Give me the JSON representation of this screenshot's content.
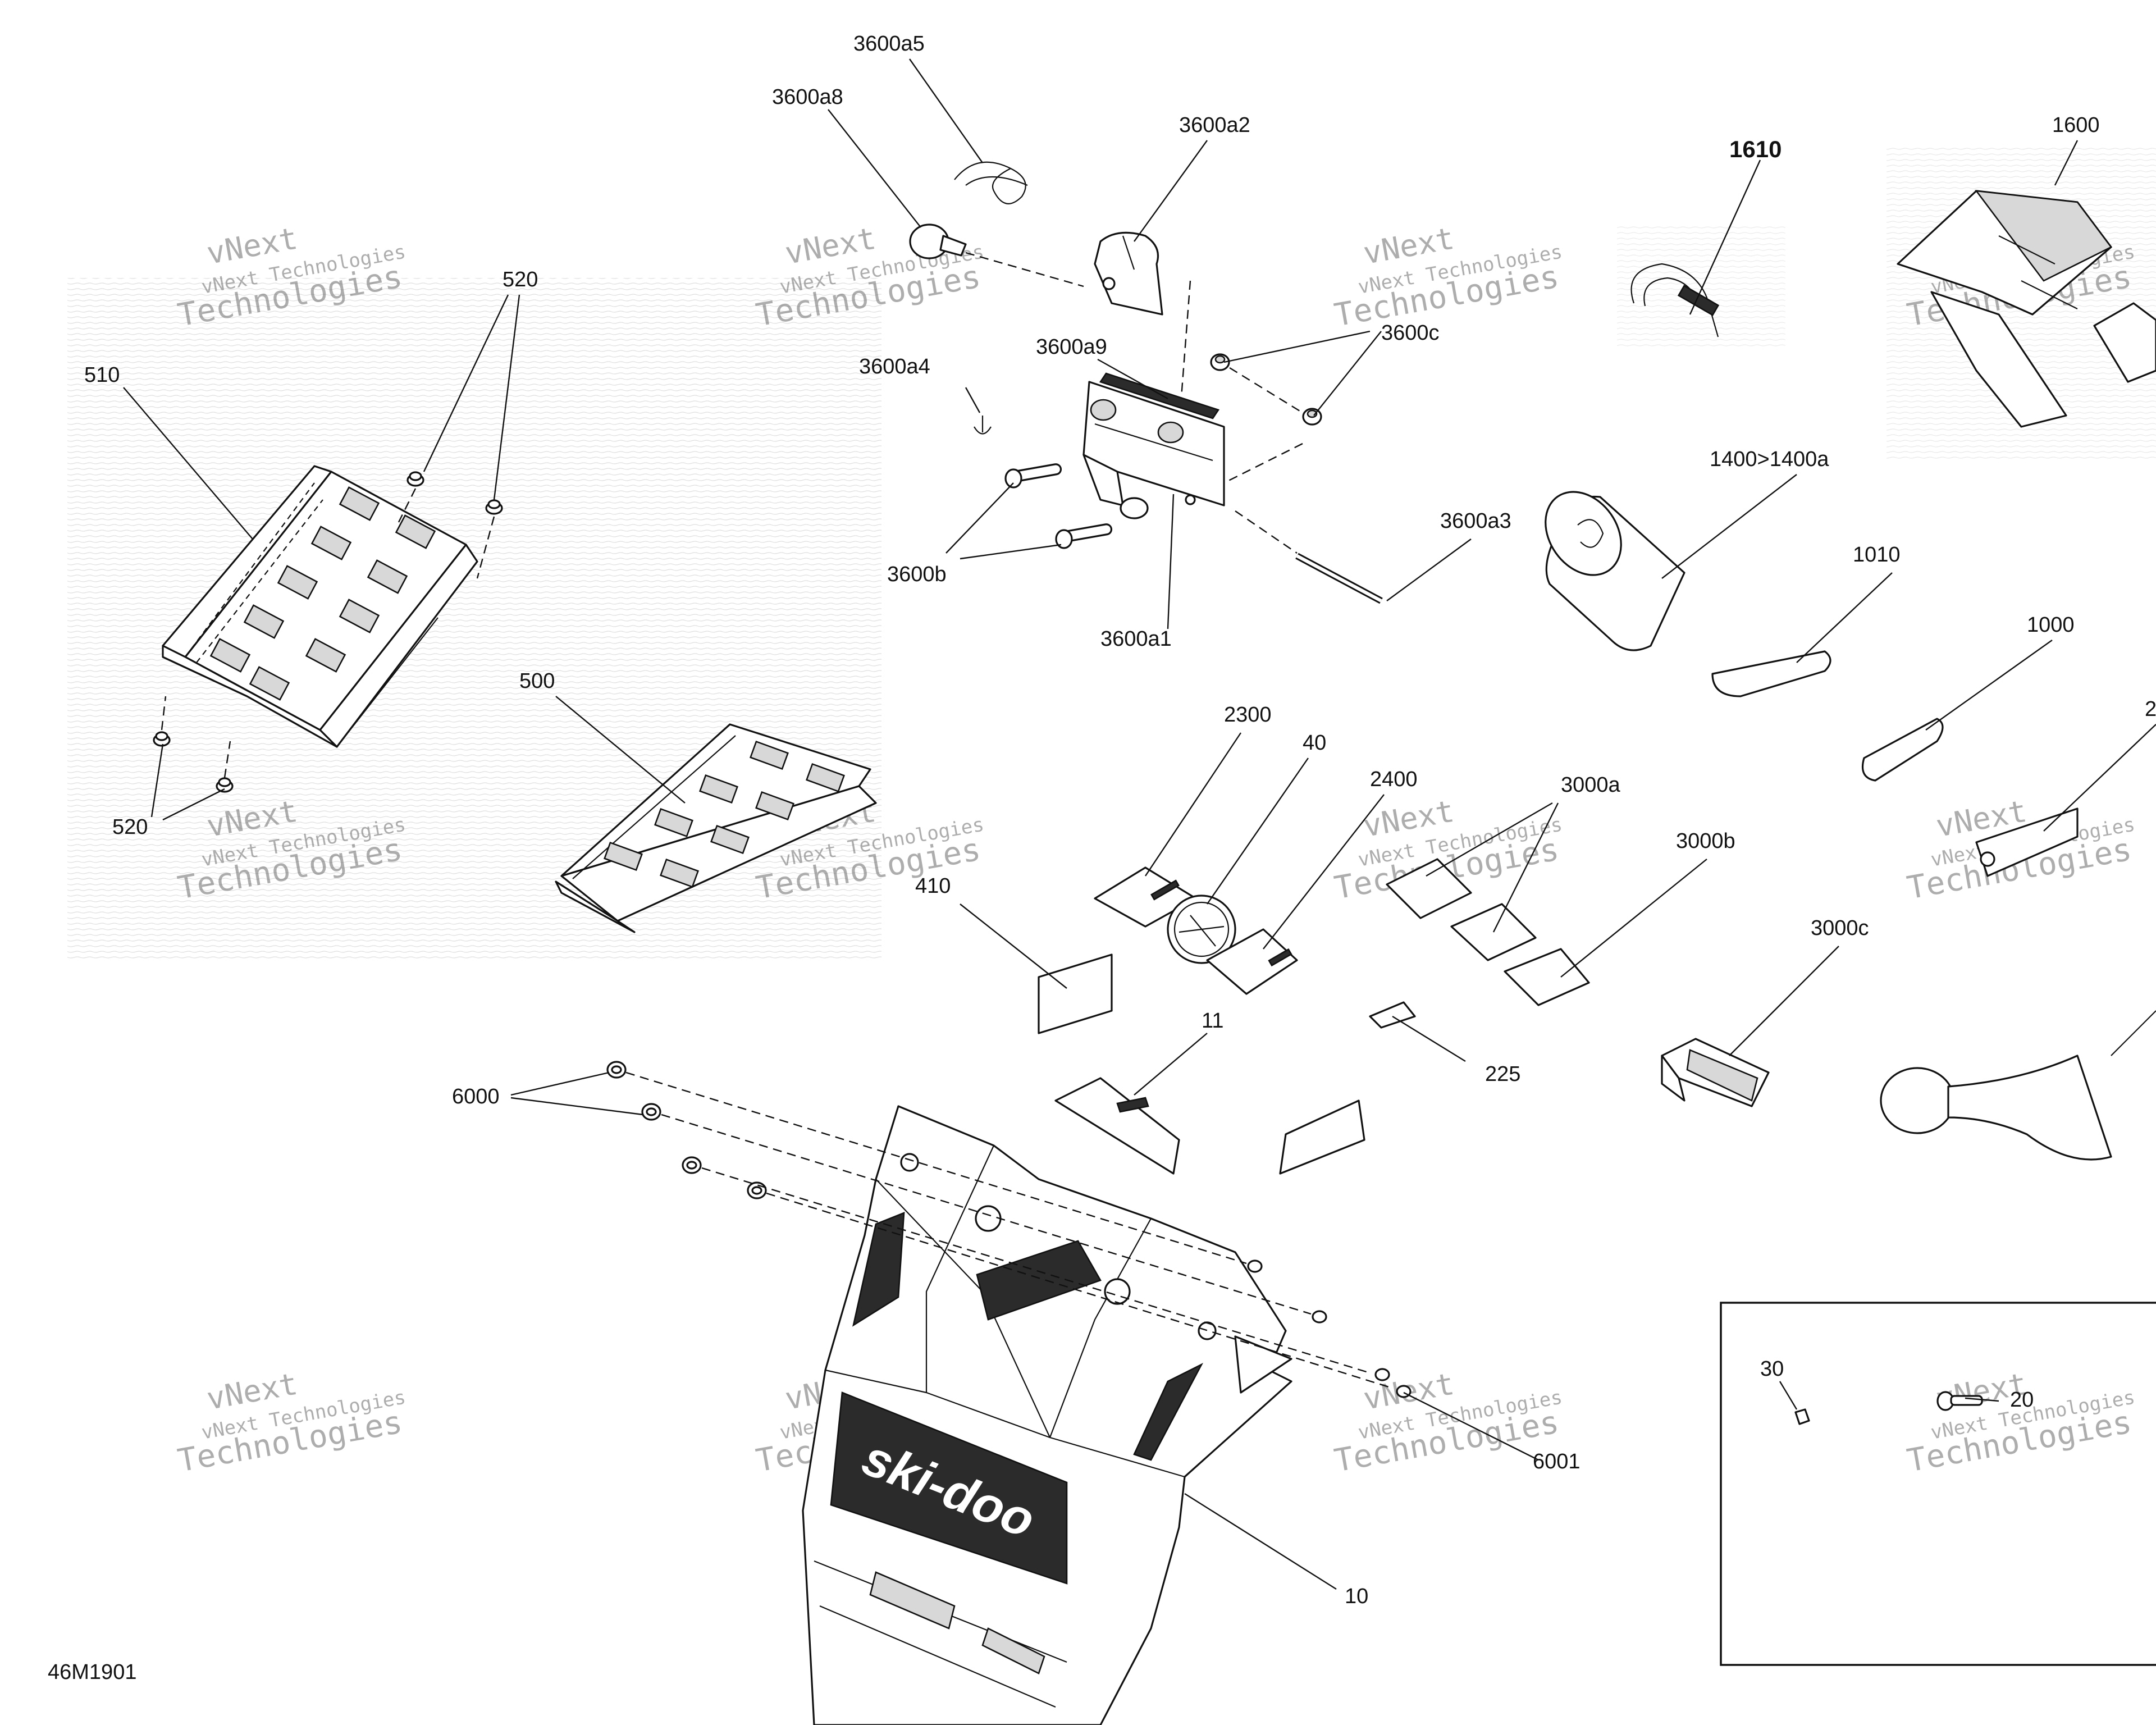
{
  "diagram_id": "46M1901",
  "watermark": {
    "line1": "vNext",
    "line2": "vNext Technologies",
    "line3": "Technologies"
  },
  "logo_text": "ski-doo",
  "callouts": [
    {
      "id": "c_3600a5",
      "label": "3600a5"
    },
    {
      "id": "c_3600a8",
      "label": "3600a8"
    },
    {
      "id": "c_3600a2",
      "label": "3600a2"
    },
    {
      "id": "c_1610",
      "label": "1610"
    },
    {
      "id": "c_1600",
      "label": "1600"
    },
    {
      "id": "c_520a",
      "label": "520"
    },
    {
      "id": "c_510",
      "label": "510"
    },
    {
      "id": "c_3600a4",
      "label": "3600a4"
    },
    {
      "id": "c_3600a9",
      "label": "3600a9"
    },
    {
      "id": "c_3600c",
      "label": "3600c"
    },
    {
      "id": "c_1400",
      "label": "1400>1400a"
    },
    {
      "id": "c_3600a3",
      "label": "3600a3"
    },
    {
      "id": "c_3600b",
      "label": "3600b"
    },
    {
      "id": "c_3600a1",
      "label": "3600a1"
    },
    {
      "id": "c_1010",
      "label": "1010"
    },
    {
      "id": "c_1000",
      "label": "1000"
    },
    {
      "id": "c_500",
      "label": "500"
    },
    {
      "id": "c_520b",
      "label": "520"
    },
    {
      "id": "c_2300",
      "label": "2300"
    },
    {
      "id": "c_40",
      "label": "40"
    },
    {
      "id": "c_2400",
      "label": "2400"
    },
    {
      "id": "c_3000a",
      "label": "3000a"
    },
    {
      "id": "c_3000b",
      "label": "3000b"
    },
    {
      "id": "c_2edge",
      "label": "2"
    },
    {
      "id": "c_410",
      "label": "410"
    },
    {
      "id": "c_3000c",
      "label": "3000c"
    },
    {
      "id": "c_11",
      "label": "11"
    },
    {
      "id": "c_225",
      "label": "225"
    },
    {
      "id": "c_6000",
      "label": "6000"
    },
    {
      "id": "c_30",
      "label": "30"
    },
    {
      "id": "c_20",
      "label": "20"
    },
    {
      "id": "c_6001",
      "label": "6001"
    },
    {
      "id": "c_10",
      "label": "10"
    }
  ]
}
